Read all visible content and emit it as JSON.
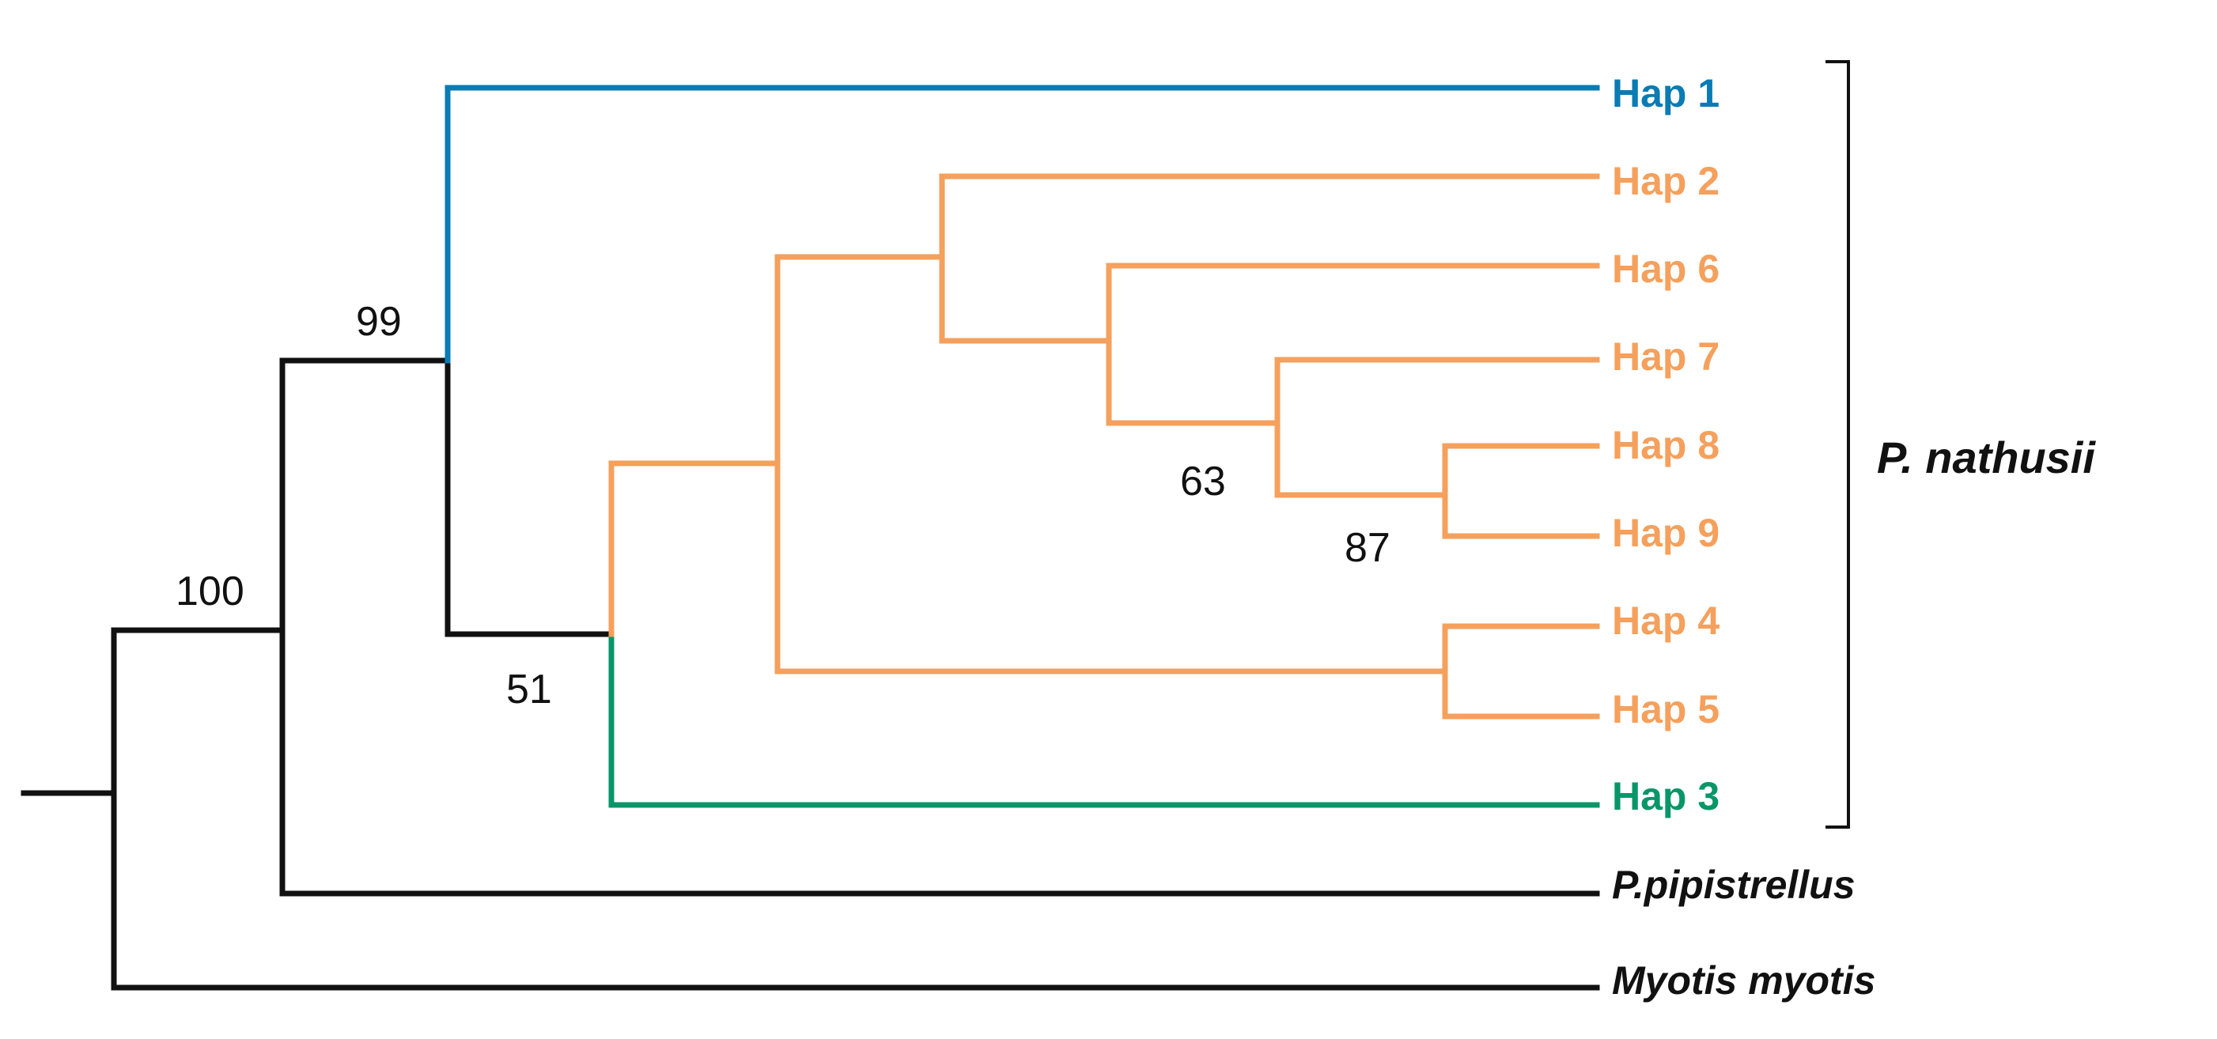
{
  "colors": {
    "hap1": "#0a7bb3",
    "nathusii": "#f5a05c",
    "hap3": "#089669",
    "outgroup": "#111111"
  },
  "leaves": [
    {
      "id": "hap1",
      "label": "Hap 1",
      "color": "#0a7bb3",
      "italic": false
    },
    {
      "id": "hap2",
      "label": "Hap 2",
      "color": "#f5a05c",
      "italic": false
    },
    {
      "id": "hap6",
      "label": "Hap 6",
      "color": "#f5a05c",
      "italic": false
    },
    {
      "id": "hap7",
      "label": "Hap 7",
      "color": "#f5a05c",
      "italic": false
    },
    {
      "id": "hap8",
      "label": "Hap 8",
      "color": "#f5a05c",
      "italic": false
    },
    {
      "id": "hap9",
      "label": "Hap 9",
      "color": "#f5a05c",
      "italic": false
    },
    {
      "id": "hap4",
      "label": "Hap 4",
      "color": "#f5a05c",
      "italic": false
    },
    {
      "id": "hap5",
      "label": "Hap 5",
      "color": "#f5a05c",
      "italic": false
    },
    {
      "id": "hap3",
      "label": "Hap 3",
      "color": "#089669",
      "italic": false
    },
    {
      "id": "ppip",
      "label": "P.pipistrellus",
      "color": "#111111",
      "italic": true
    },
    {
      "id": "mmyo",
      "label": "Myotis myotis",
      "color": "#111111",
      "italic": true
    }
  ],
  "support_values": {
    "root_ingroup": "100",
    "hap1_clade": "99",
    "hap3_clade": "51",
    "hap7_clade": "63",
    "hap8_9": "87"
  },
  "clade_label": "P. nathusii"
}
